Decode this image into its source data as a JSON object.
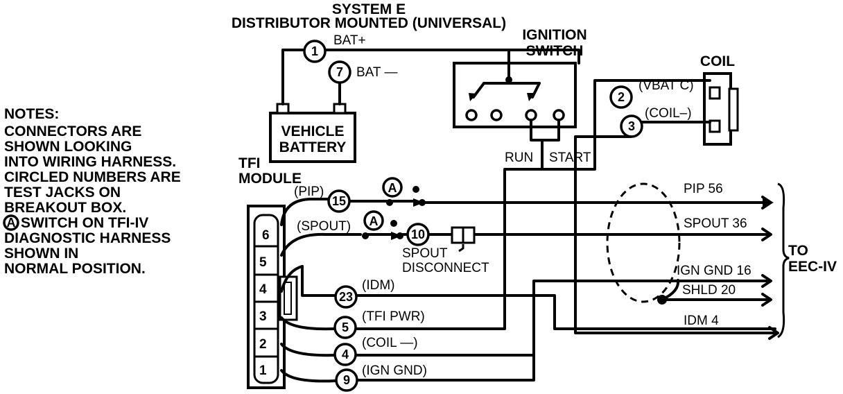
{
  "title_line1": "SYSTEM E",
  "title_line2": "DISTRIBUTOR MOUNTED (UNIVERSAL)",
  "notes": [
    "NOTES:",
    "CONNECTORS ARE",
    "SHOWN LOOKING",
    "INTO WIRING HARNESS.",
    "CIRCLED NUMBERS ARE",
    "TEST JACKS ON",
    "BREAKOUT BOX.",
    "SWITCH ON TFI-IV",
    "DIAGNOSTIC HARNESS",
    "SHOWN IN",
    "NORMAL POSITION."
  ],
  "notes_switch_symbol": "A",
  "labels": {
    "bat_plus": "BAT+",
    "bat_minus": "BAT —",
    "ignition_switch_1": "IGNITION",
    "ignition_switch_2": "SWITCH",
    "coil": "COIL",
    "vbat_c": "(VBAT C)",
    "coil_minus_top": "(COIL–)",
    "battery_1": "VEHICLE",
    "battery_2": "BATTERY",
    "run": "RUN",
    "start": "START",
    "tfi_1": "TFI",
    "tfi_2": "MODULE",
    "pip": "(PIP)",
    "spout": "(SPOUT)",
    "spout_disc_1": "SPOUT",
    "spout_disc_2": "DISCONNECT",
    "idm": "(IDM)",
    "tfi_pwr": "(TFI PWR)",
    "coil_minus": "(COIL —)",
    "ign_gnd": "(IGN GND)",
    "to_1": "TO",
    "to_2": "EEC-IV"
  },
  "outputs": [
    "PIP 56",
    "SPOUT 36",
    "IGN GND 16",
    "SHLD 20",
    "IDM 4"
  ],
  "jacks": [
    "1",
    "7",
    "2",
    "3",
    "15",
    "10",
    "23",
    "5",
    "4",
    "9"
  ],
  "switch_symbol": "A",
  "pins": [
    "6",
    "5",
    "4",
    "3",
    "2",
    "1"
  ]
}
